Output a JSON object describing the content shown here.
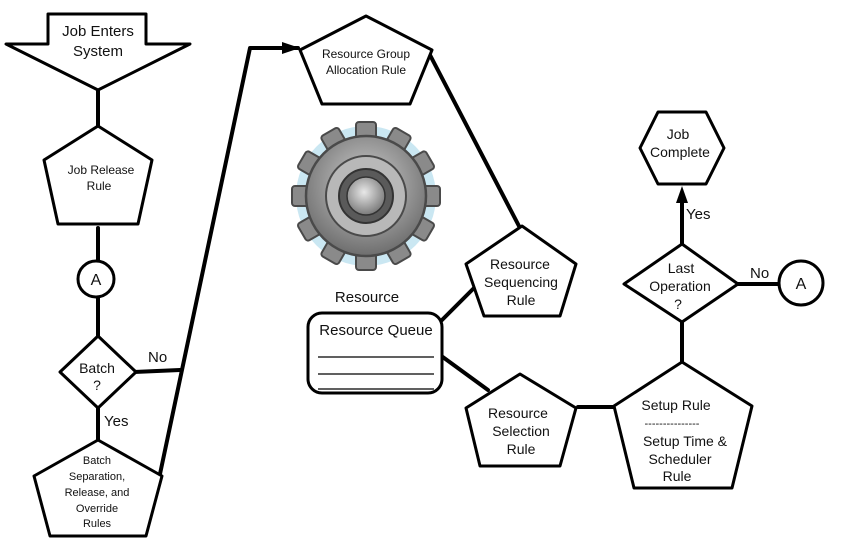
{
  "nodes": {
    "job_enters": [
      "Job Enters",
      "System"
    ],
    "resource_group": [
      "Resource Group",
      "Allocation Rule"
    ],
    "job_release": [
      "Job Release",
      "Rule"
    ],
    "connector_a_left": "A",
    "batch": [
      "Batch",
      "?"
    ],
    "batch_rules": [
      "Batch",
      "Separation,",
      "Release, and",
      "Override",
      "Rules"
    ],
    "resource_sequencing": [
      "Resource",
      "Sequencing",
      "Rule"
    ],
    "resource_label": "Resource",
    "resource_queue": "Resource Queue",
    "resource_selection": [
      "Resource",
      "Selection",
      "Rule"
    ],
    "setup_rule": "Setup Rule",
    "setup_divider": "---------------",
    "setup_time": [
      "Setup Time &",
      "Scheduler",
      "Rule"
    ],
    "job_complete": [
      "Job",
      "Complete"
    ],
    "last_operation": [
      "Last",
      "Operation",
      "?"
    ],
    "connector_a_right": "A"
  },
  "edge_labels": {
    "batch_no": "No",
    "batch_yes": "Yes",
    "last_yes": "Yes",
    "last_no": "No"
  },
  "colors": {
    "stroke": "#000000",
    "gear_glow": "#9fd4e8",
    "gear_body": "#8a8a8a",
    "gear_dark": "#4a4a4a"
  },
  "icons": {
    "resource": "gear-icon"
  }
}
